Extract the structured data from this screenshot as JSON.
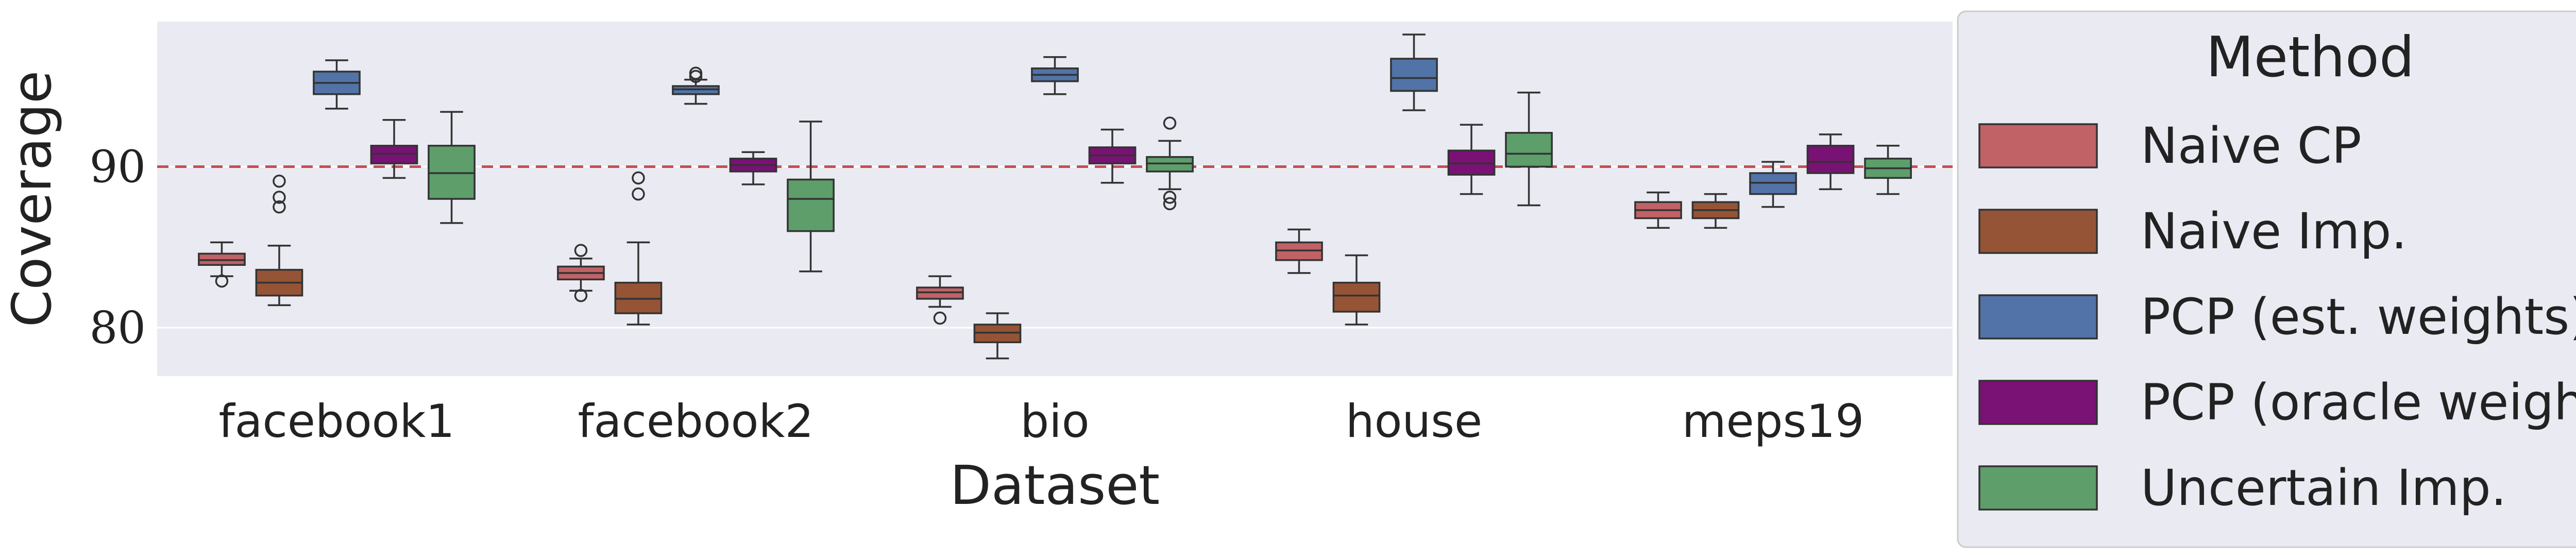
{
  "chart_data": {
    "type": "box",
    "title": "",
    "xlabel": "Dataset",
    "ylabel": "Coverage",
    "ylim": [
      77,
      99
    ],
    "yticks": [
      80,
      90
    ],
    "grid": true,
    "reference_line": {
      "y": 90,
      "style": "dashed",
      "color": "#c44e52"
    },
    "categories": [
      "facebook1",
      "facebook2",
      "bio",
      "house",
      "meps19"
    ],
    "legend": {
      "title": "Method",
      "placement": "outside-right"
    },
    "series": [
      {
        "name": "Naive CP",
        "color": "#c06266",
        "boxes": [
          {
            "whislo": 83.2,
            "q1": 83.9,
            "med": 84.2,
            "q3": 84.6,
            "whishi": 85.3,
            "fliers": [
              82.9
            ]
          },
          {
            "whislo": 82.3,
            "q1": 83.0,
            "med": 83.4,
            "q3": 83.8,
            "whishi": 84.3,
            "fliers": [
              82.0,
              84.8
            ]
          },
          {
            "whislo": 81.3,
            "q1": 81.8,
            "med": 82.2,
            "q3": 82.5,
            "whishi": 83.2,
            "fliers": [
              80.6
            ]
          },
          {
            "whislo": 83.4,
            "q1": 84.2,
            "med": 84.8,
            "q3": 85.3,
            "whishi": 86.1,
            "fliers": []
          },
          {
            "whislo": 86.2,
            "q1": 86.8,
            "med": 87.3,
            "q3": 87.8,
            "whishi": 88.4,
            "fliers": []
          }
        ]
      },
      {
        "name": "Naive Imp.",
        "color": "#955436",
        "boxes": [
          {
            "whislo": 81.4,
            "q1": 82.0,
            "med": 82.8,
            "q3": 83.6,
            "whishi": 85.1,
            "fliers": [
              87.5,
              88.1,
              89.1
            ]
          },
          {
            "whislo": 80.2,
            "q1": 80.9,
            "med": 81.8,
            "q3": 82.8,
            "whishi": 85.3,
            "fliers": [
              88.3,
              89.3
            ]
          },
          {
            "whislo": 78.1,
            "q1": 79.1,
            "med": 79.7,
            "q3": 80.2,
            "whishi": 80.9,
            "fliers": []
          },
          {
            "whislo": 80.2,
            "q1": 81.0,
            "med": 82.0,
            "q3": 82.8,
            "whishi": 84.5,
            "fliers": []
          },
          {
            "whislo": 86.2,
            "q1": 86.8,
            "med": 87.3,
            "q3": 87.8,
            "whishi": 88.3,
            "fliers": []
          }
        ]
      },
      {
        "name": "PCP (est. weights)",
        "color": "#5173a7",
        "boxes": [
          {
            "whislo": 93.6,
            "q1": 94.5,
            "med": 95.2,
            "q3": 95.9,
            "whishi": 96.6,
            "fliers": []
          },
          {
            "whislo": 93.9,
            "q1": 94.5,
            "med": 94.8,
            "q3": 95.0,
            "whishi": 95.4,
            "fliers": [
              95.6,
              95.8
            ]
          },
          {
            "whislo": 94.5,
            "q1": 95.3,
            "med": 95.7,
            "q3": 96.1,
            "whishi": 96.8,
            "fliers": []
          },
          {
            "whislo": 93.5,
            "q1": 94.7,
            "med": 95.5,
            "q3": 96.7,
            "whishi": 98.2,
            "fliers": []
          },
          {
            "whislo": 87.5,
            "q1": 88.3,
            "med": 89.0,
            "q3": 89.6,
            "whishi": 90.3,
            "fliers": []
          }
        ]
      },
      {
        "name": "PCP (oracle weights)",
        "color": "#7a1174",
        "boxes": [
          {
            "whislo": 89.3,
            "q1": 90.2,
            "med": 90.8,
            "q3": 91.3,
            "whishi": 92.9,
            "fliers": []
          },
          {
            "whislo": 88.9,
            "q1": 89.7,
            "med": 90.1,
            "q3": 90.5,
            "whishi": 90.9,
            "fliers": []
          },
          {
            "whislo": 89.0,
            "q1": 90.2,
            "med": 90.7,
            "q3": 91.2,
            "whishi": 92.3,
            "fliers": []
          },
          {
            "whislo": 88.3,
            "q1": 89.5,
            "med": 90.2,
            "q3": 91.0,
            "whishi": 92.6,
            "fliers": []
          },
          {
            "whislo": 88.6,
            "q1": 89.6,
            "med": 90.3,
            "q3": 91.3,
            "whishi": 92.0,
            "fliers": []
          }
        ]
      },
      {
        "name": "Uncertain Imp.",
        "color": "#5d9e6b",
        "boxes": [
          {
            "whislo": 86.5,
            "q1": 88.0,
            "med": 89.6,
            "q3": 91.3,
            "whishi": 93.4,
            "fliers": []
          },
          {
            "whislo": 83.5,
            "q1": 86.0,
            "med": 88.0,
            "q3": 89.2,
            "whishi": 92.8,
            "fliers": []
          },
          {
            "whislo": 88.6,
            "q1": 89.7,
            "med": 90.2,
            "q3": 90.6,
            "whishi": 91.6,
            "fliers": [
              87.7,
              88.1,
              92.7
            ]
          },
          {
            "whislo": 87.6,
            "q1": 90.0,
            "med": 90.8,
            "q3": 92.1,
            "whishi": 94.6,
            "fliers": []
          },
          {
            "whislo": 88.3,
            "q1": 89.3,
            "med": 89.9,
            "q3": 90.5,
            "whishi": 91.3,
            "fliers": []
          }
        ]
      }
    ]
  }
}
